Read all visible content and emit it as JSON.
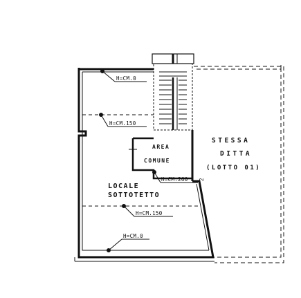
{
  "rooms": {
    "attic": [
      "LOCALE",
      "SOTTOTETTO"
    ],
    "common": [
      "AREA",
      "COMUNE"
    ],
    "owner": [
      "STESSA",
      "DITTA",
      "(LOTTO 01)"
    ]
  },
  "heights": {
    "top": "H=CM.0",
    "upper": "H=CM.150",
    "middle": "H=CM.260",
    "lower": "H=CM.150",
    "bottom": "H=CM.0"
  },
  "markers": {
    "section": "2"
  }
}
